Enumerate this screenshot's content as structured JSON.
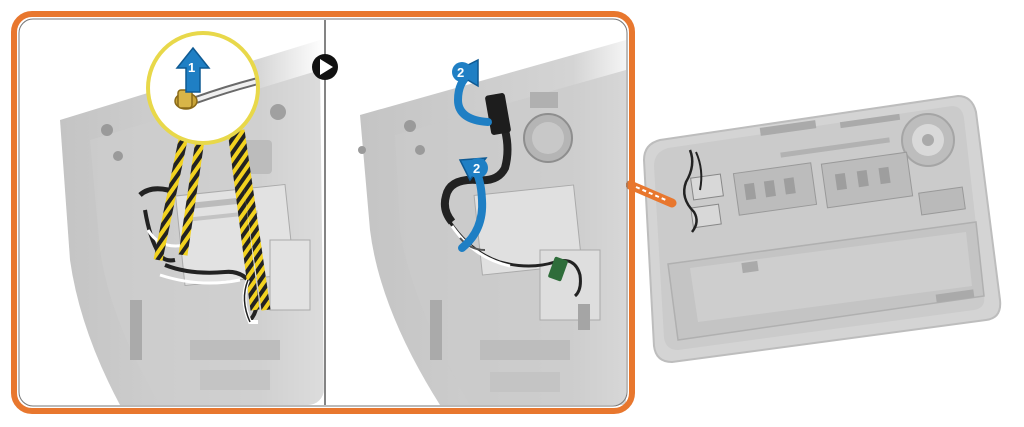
{
  "callouts": {
    "step1": "1",
    "step2a": "2",
    "step2b": "2"
  },
  "colors": {
    "frame": "#e8772e",
    "arrow": "#1f7fc4",
    "arrow_dark": "#0f5a93",
    "magnifier_ring": "#e8d84a",
    "cable_highlight": "#f2d21f",
    "chassis": "#c9c9c9",
    "chassis_dark": "#a8a8a8",
    "cable_black": "#222222"
  },
  "icons": {
    "next": "play-triangle-icon",
    "up": "up-arrow-icon",
    "lift": "curved-arrow-icon"
  }
}
